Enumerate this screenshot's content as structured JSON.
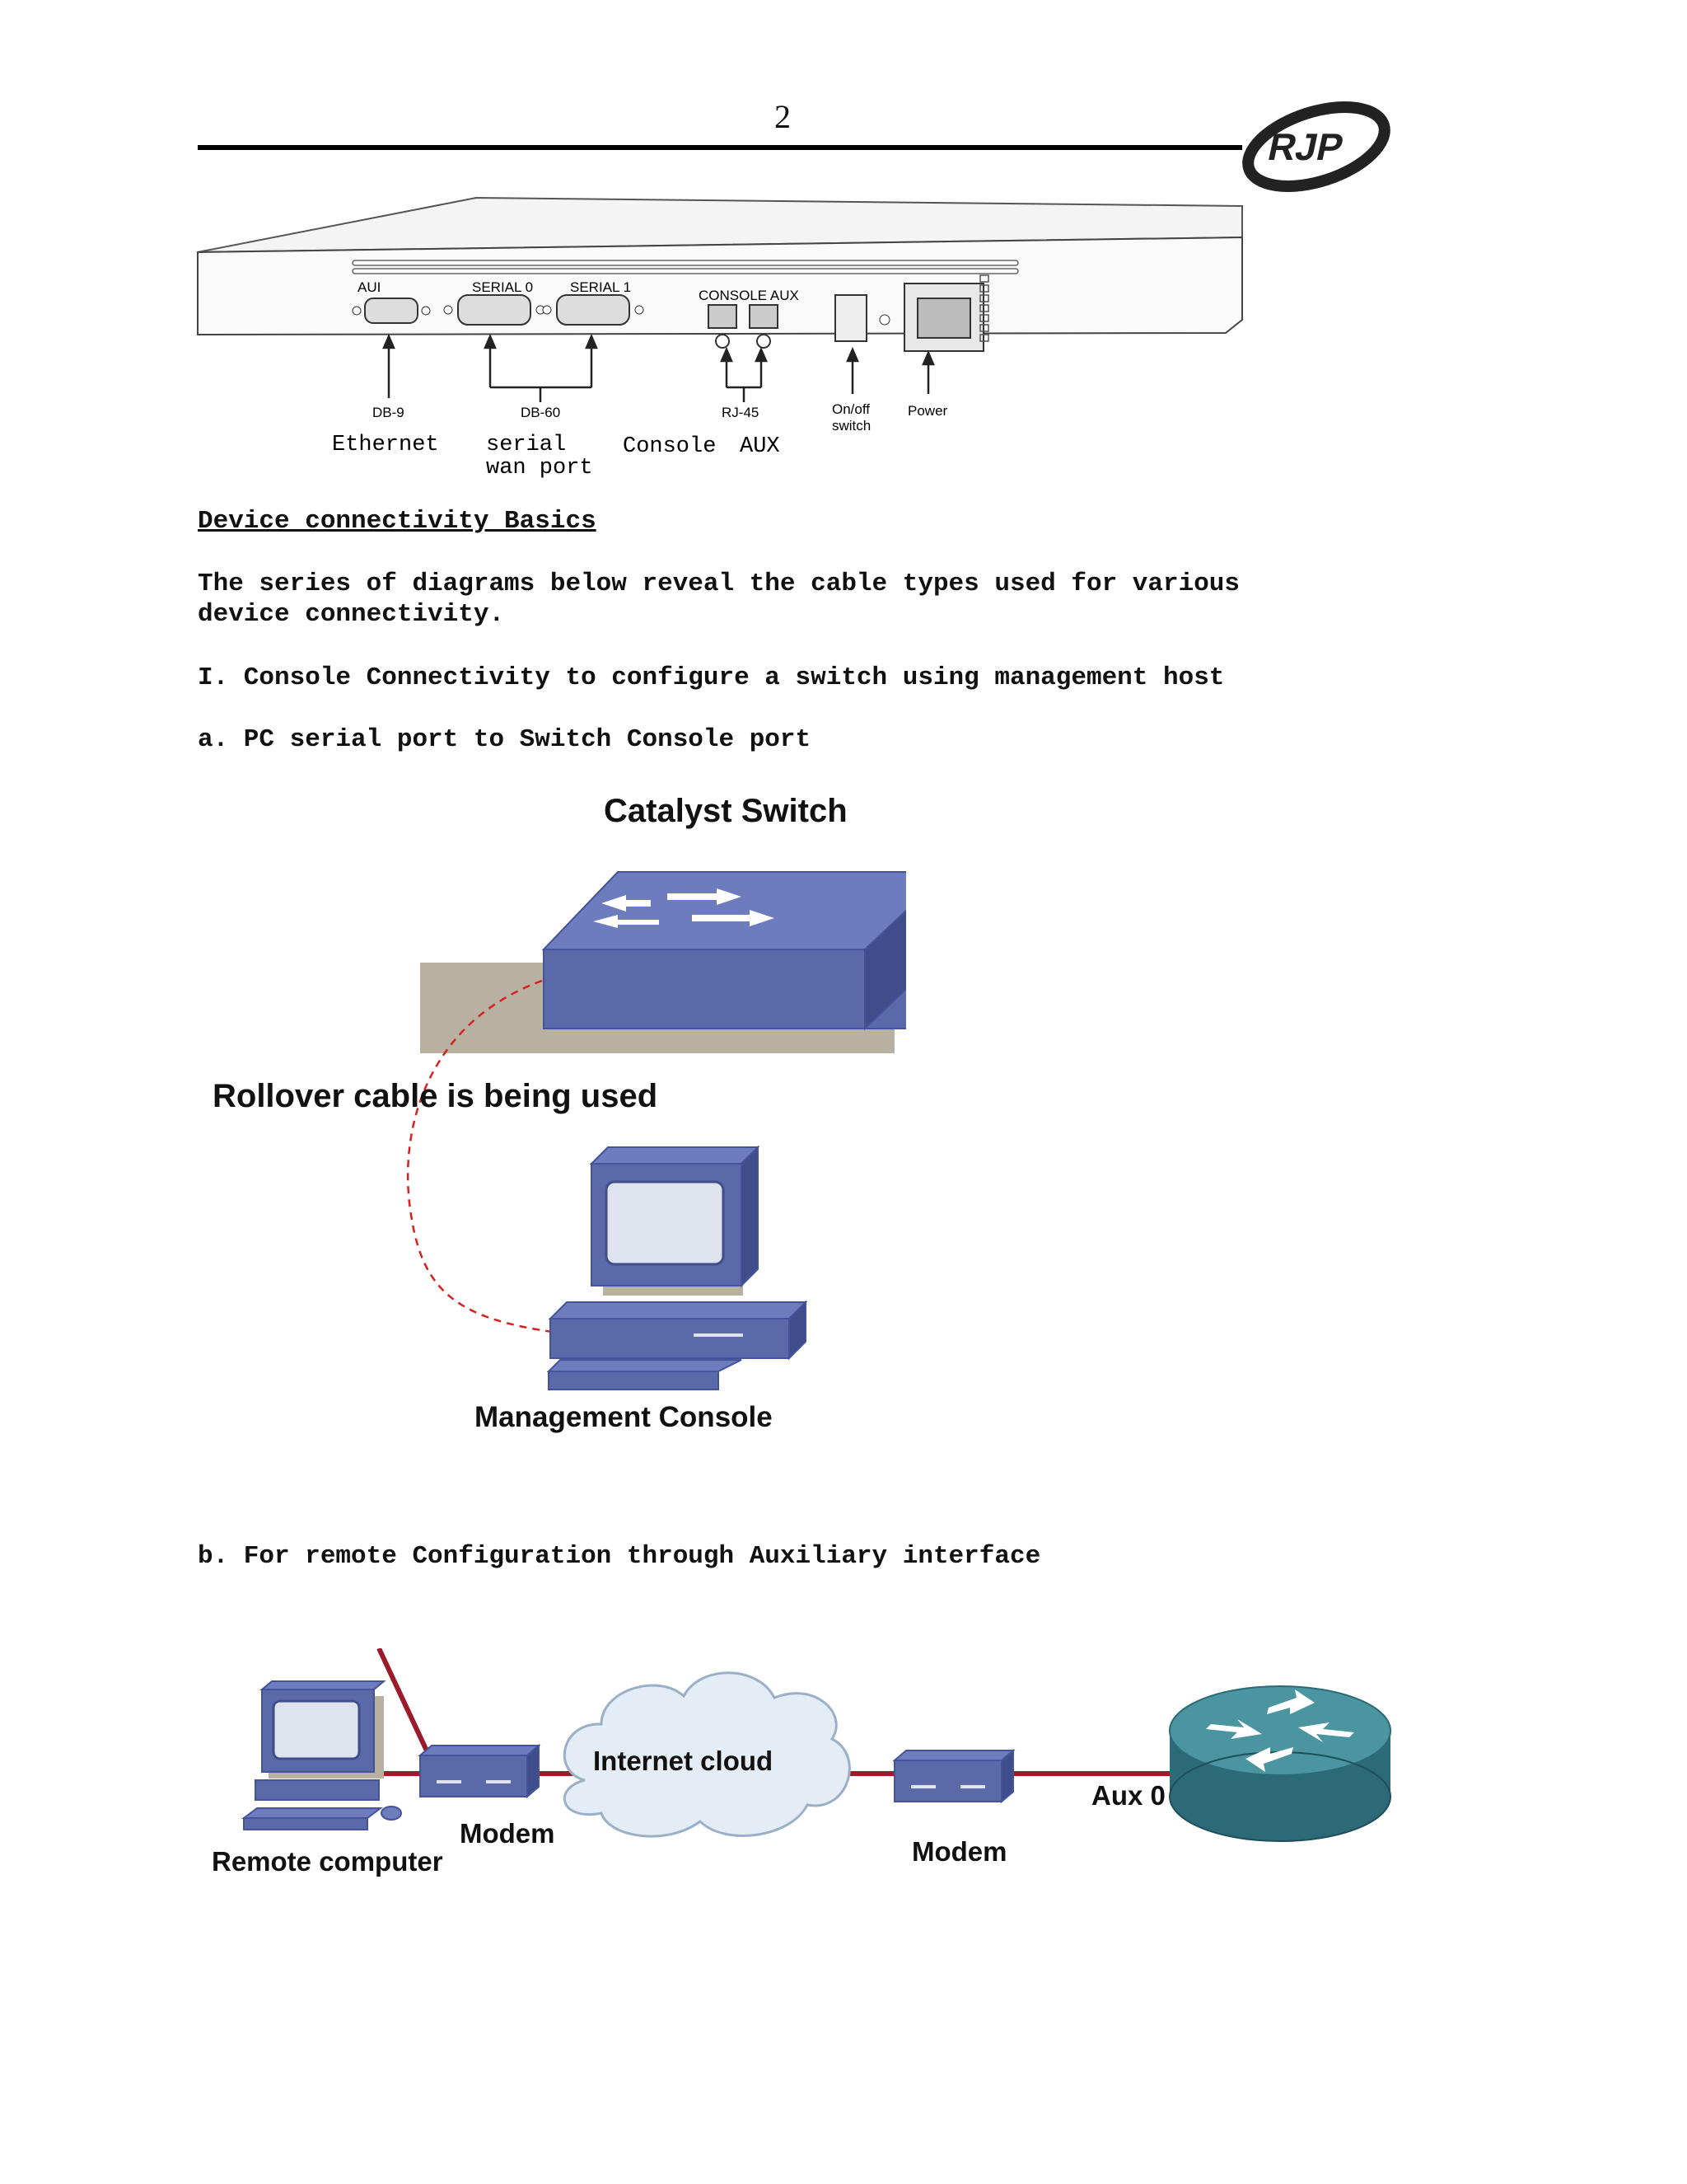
{
  "page": {
    "number": "2",
    "logo_text": "RJP"
  },
  "router_figure": {
    "chassis_labels": {
      "aui": "AUI",
      "serial0": "SERIAL 0",
      "serial1": "SERIAL 1",
      "console_aux": "CONSOLE  AUX"
    },
    "connector_types": {
      "db9": "DB-9",
      "db60": "DB-60",
      "rj45": "RJ-45",
      "onoff": "On/off",
      "onoff_2": "switch",
      "power": "Power"
    },
    "port_names": {
      "ethernet": "Ethernet",
      "serial": "serial",
      "wan": "wan port",
      "console": "Console",
      "aux": "AUX"
    }
  },
  "text": {
    "heading": "Device connectivity Basics",
    "intro_line1": "The series of diagrams below reveal the cable types used for various",
    "intro_line2": "device connectivity.",
    "section1": "I. Console Connectivity to configure a switch using management host",
    "item_a": "a. PC serial port to Switch Console port",
    "item_b": "b. For remote Configuration through Auxiliary interface"
  },
  "diagram_a": {
    "switch_label": "Catalyst Switch",
    "cable_label": "Rollover cable is being used",
    "console_label": "Management Console",
    "colors": {
      "device": "#5a6aa8",
      "device_top": "#6c7cbd",
      "device_side": "#3f4d8a",
      "cable": "#d92020"
    }
  },
  "diagram_b": {
    "remote_label": "Remote computer",
    "modem1_label": "Modem",
    "cloud_label": "Internet cloud",
    "modem2_label": "Modem",
    "aux_label": "Aux 0",
    "colors": {
      "link": "#9b1b2a",
      "router": "#3f8a95"
    }
  }
}
